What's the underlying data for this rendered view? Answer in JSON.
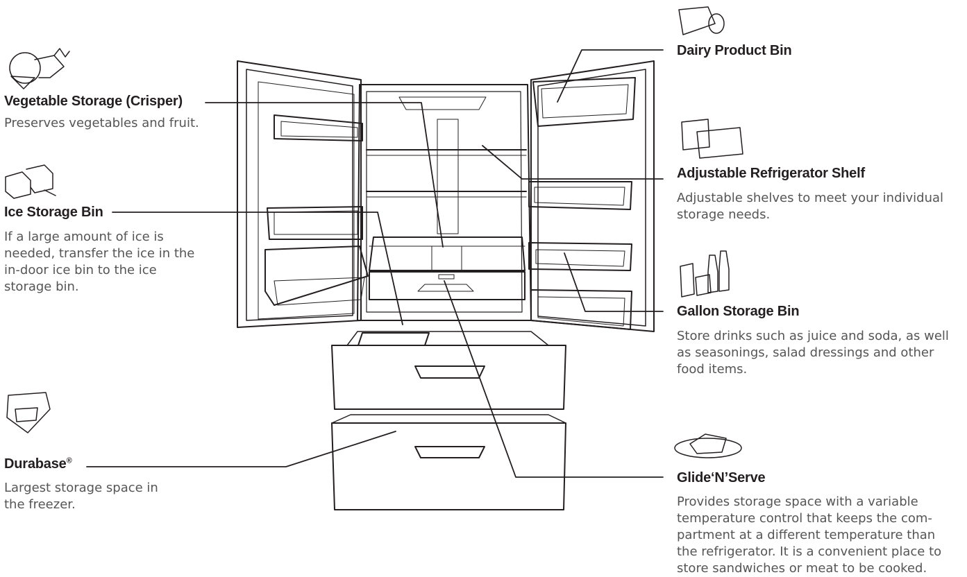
{
  "labels": {
    "vegetable": {
      "title": "Vegetable Storage (Crisper)",
      "desc": "Preserves vegetables and fruit."
    },
    "ice": {
      "title": "Ice Storage Bin",
      "desc_lines": [
        "If a large amount of ice is",
        "needed, transfer the ice in the",
        "in-door ice bin to the ice",
        "storage bin."
      ]
    },
    "durabase": {
      "title": "Durabase",
      "sup": "®",
      "desc_lines": [
        "Largest storage space in",
        "the freezer."
      ]
    },
    "dairy": {
      "title": "Dairy Product Bin"
    },
    "shelf": {
      "title": "Adjustable Refrigerator Shelf",
      "desc_lines": [
        "Adjustable shelves to meet your individual",
        "storage needs."
      ]
    },
    "gallon": {
      "title": "Gallon Storage Bin",
      "desc_lines": [
        "Store drinks such as juice and soda, as well",
        "as seasonings, salad dressings and other",
        "food items."
      ]
    },
    "glide": {
      "title": "Glide‘N’Serve",
      "desc_lines": [
        "Provides storage space with a variable",
        "temperature control that keeps the com-",
        "partment at a different temperature than",
        "the refrigerator. It is a convenient place to",
        "store sandwiches or meat to be cooked."
      ]
    }
  },
  "icons": [
    "vegetable-fruit-icon",
    "ice-cubes-icon",
    "frozen-food-bag-icon",
    "cheese-egg-icon",
    "storage-boxes-icon",
    "drinks-bottles-icon",
    "meat-plate-icon"
  ],
  "colors": {
    "line": "#231f20",
    "text": "#231f20",
    "desc": "#555555"
  }
}
